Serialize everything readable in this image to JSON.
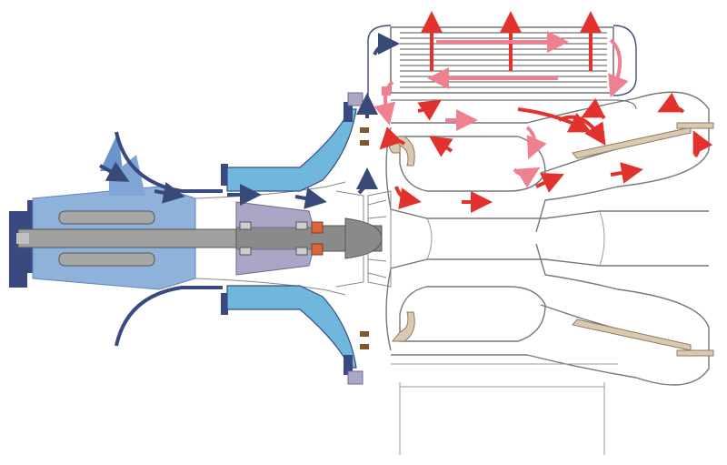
{
  "diagram": {
    "subject": "microturbine-cross-section",
    "palette": {
      "compressor_dark": "#3a4a80",
      "compressor_light": "#8fb2db",
      "compressor_mid": "#5f87c0",
      "housing_blue": "#6fb7dc",
      "shaft_grey": "#8a8a8a",
      "stator_lavender": "#a9a6c6",
      "bearing_brown": "#7a5a2a",
      "seal_orange": "#d9653e",
      "casing_beige": "#d8c9b0",
      "outline": "#555555",
      "cold_flow_arrow": "#3a4a78",
      "hot_flow_arrow": "#e2322e",
      "warm_flow_arrow": "#ee8090"
    },
    "components": [
      "inlet-bellmouth",
      "generator-stator",
      "permanent-magnet-rotor",
      "compressor-impeller",
      "compressor-diffuser",
      "turbine-wheel",
      "combustion-chamber",
      "recuperator",
      "exhaust-duct"
    ],
    "flows": {
      "cold_air_arrows": 8,
      "hot_gas_arrows": 14,
      "recuperated_air_arrows": 7
    }
  }
}
